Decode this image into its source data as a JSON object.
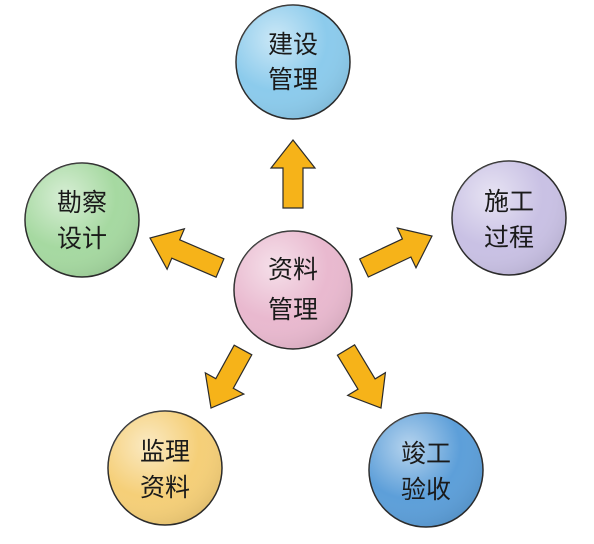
{
  "diagram": {
    "center": {
      "lines": [
        "资料",
        "管理"
      ],
      "color": "#e9b9cf"
    },
    "nodes": [
      {
        "id": "construction-management",
        "lines": [
          "建设",
          "管理"
        ],
        "color": "#8ccbec"
      },
      {
        "id": "construction-process",
        "lines": [
          "施工",
          "过程"
        ],
        "color": "#c9c1e4"
      },
      {
        "id": "completion-acceptance",
        "lines": [
          "竣工",
          "验收"
        ],
        "color": "#5d9fd9"
      },
      {
        "id": "supervision-materials",
        "lines": [
          "监理",
          "资料"
        ],
        "color": "#f5cf78"
      },
      {
        "id": "survey-design",
        "lines": [
          "勘察",
          "设计"
        ],
        "color": "#a6d9a1"
      }
    ],
    "arrow_color": "#f6b319",
    "outline_color": "#2b2b2b"
  }
}
